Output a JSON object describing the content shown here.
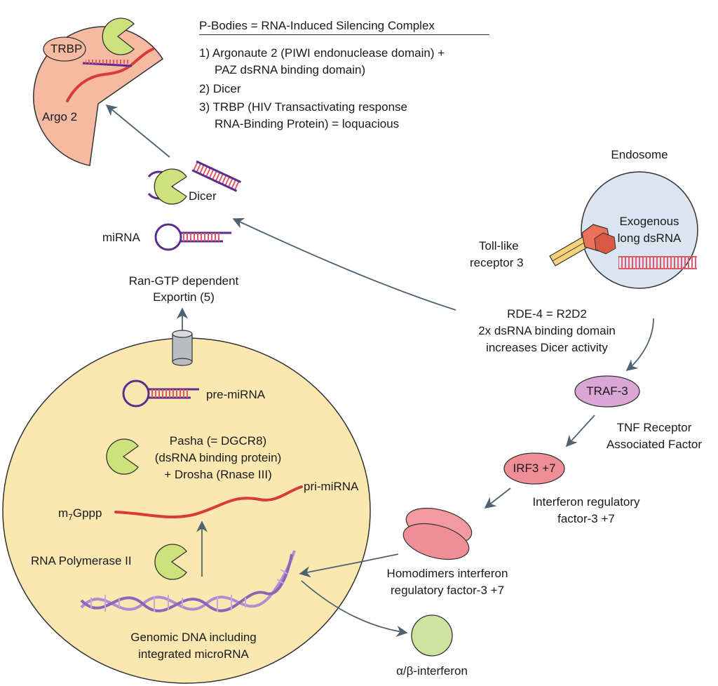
{
  "legend": {
    "title": "P-Bodies = RNA-Induced Silencing Complex",
    "item1_line1": "1) Argonaute 2 (PIWI endonuclease domain) +",
    "item1_line2": "PAZ dsRNA binding domain)",
    "item2": "2) Dicer",
    "item3_line1": "3) TRBP (HIV Transactivating response",
    "item3_line2": "RNA-Binding Protein) = loquacious"
  },
  "risc": {
    "trbp": "TRBP",
    "argo2": "Argo 2"
  },
  "cytoplasm": {
    "dicer": "Dicer",
    "mirna": "miRNA",
    "exportin_line1": "Ran-GTP dependent",
    "exportin_line2": "Exportin (5)"
  },
  "nucleus": {
    "pre_mirna": "pre-miRNA",
    "pasha_line1": "Pasha (= DGCR8)",
    "pasha_line2": "(dsRNA binding protein)",
    "pasha_line3": "+ Drosha (Rnase III)",
    "pri_mirna": "pri-miRNA",
    "cap_prefix": "m",
    "cap_sub": "7",
    "cap_suffix": "Gppp",
    "polymerase": "RNA Polymerase II",
    "genomic_line1": "Genomic DNA including",
    "genomic_line2": "integrated microRNA"
  },
  "endosome": {
    "title": "Endosome",
    "dsrna_line1": "Exogenous",
    "dsrna_line2": "long dsRNA",
    "tlr_line1": "Toll-like",
    "tlr_line2": "receptor 3"
  },
  "pathway": {
    "rde_line1": "RDE-4 = R2D2",
    "rde_line2": "2x dsRNA binding domain",
    "rde_line3": "increases Dicer activity",
    "traf": "TRAF-3",
    "tnf_line1": "TNF Receptor",
    "tnf_line2": "Associated Factor",
    "irf": "IRF3 +7",
    "irf_desc_line1": "Interferon regulatory",
    "irf_desc_line2": "factor-3 +7",
    "homodimer_line1": "Homodimers interferon",
    "homodimer_line2": "regulatory factor-3 +7",
    "interferon": "α/β-interferon"
  },
  "colors": {
    "risc_fill": "#f6b9a2",
    "nucleus_fill": "#fbe8b0",
    "endosome_fill": "#dbe5f1",
    "protein_green": "#cfe17a",
    "rna_red": "#d93a3a",
    "rna_purple": "#5b2d8e",
    "traf_fill": "#d9a6d6",
    "irf_fill": "#f08e95",
    "interferon_fill": "#cfe3a0",
    "arrow": "#4f6272"
  }
}
